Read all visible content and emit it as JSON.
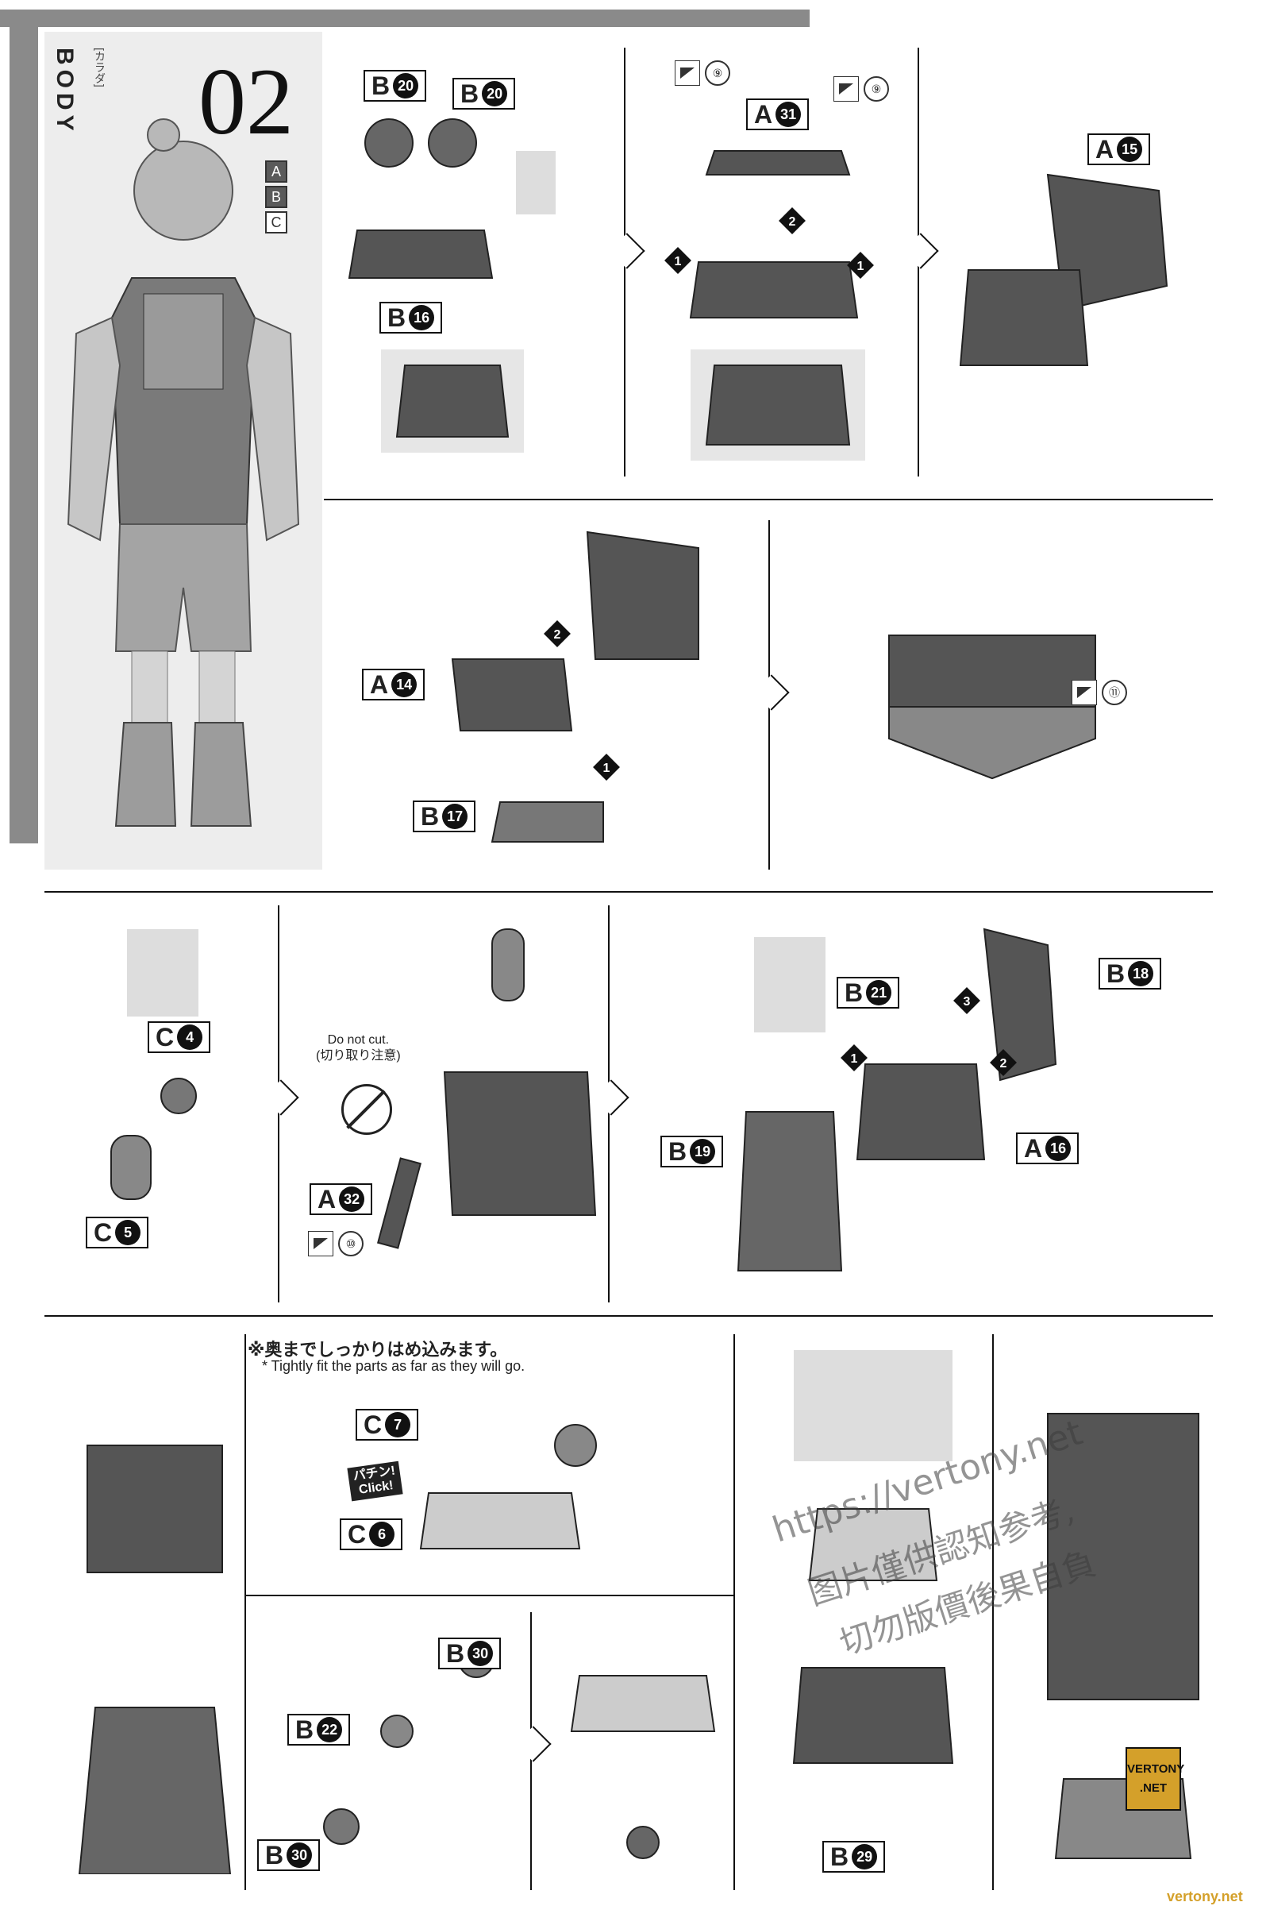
{
  "section": {
    "title": "BODY",
    "subtitle": "[カラダ]",
    "step_number": "02",
    "runners": [
      {
        "label": "A",
        "active": true
      },
      {
        "label": "B",
        "active": true
      },
      {
        "label": "C",
        "active": false
      }
    ]
  },
  "part_labels": {
    "b20_left": {
      "letter": "B",
      "num": "20"
    },
    "b20_right": {
      "letter": "B",
      "num": "20"
    },
    "b16": {
      "letter": "B",
      "num": "16"
    },
    "a31": {
      "letter": "A",
      "num": "31"
    },
    "a15": {
      "letter": "A",
      "num": "15"
    },
    "a14": {
      "letter": "A",
      "num": "14"
    },
    "b17": {
      "letter": "B",
      "num": "17"
    },
    "c4": {
      "letter": "C",
      "num": "4"
    },
    "c5": {
      "letter": "C",
      "num": "5"
    },
    "a32": {
      "letter": "A",
      "num": "32"
    },
    "b21": {
      "letter": "B",
      "num": "21"
    },
    "b18": {
      "letter": "B",
      "num": "18"
    },
    "b19": {
      "letter": "B",
      "num": "19"
    },
    "a16": {
      "letter": "A",
      "num": "16"
    },
    "c7": {
      "letter": "C",
      "num": "7"
    },
    "c6": {
      "letter": "C",
      "num": "6"
    },
    "b30_top": {
      "letter": "B",
      "num": "30"
    },
    "b22": {
      "letter": "B",
      "num": "22"
    },
    "b30_bottom": {
      "letter": "B",
      "num": "30"
    },
    "b29": {
      "letter": "B",
      "num": "29"
    }
  },
  "decals": {
    "d9_left": "⑨",
    "d9_right": "⑨",
    "d11": "⑪",
    "d10": "⑩"
  },
  "order_marks": {
    "step1": "1",
    "step2": "2",
    "step3": "3"
  },
  "notes": {
    "do_not_cut_en": "Do not cut.",
    "do_not_cut_jp": "(切り取り注意)",
    "fit_jp": "※奥までしっかりはめ込みます。",
    "fit_en": "* Tightly fit the parts as far as they will go.",
    "click_jp": "パチン!",
    "click_en": "Click!"
  },
  "watermark": {
    "url": "https://vertony.net",
    "line2": "图片僅供認知参考,",
    "line3": "切勿版價後果自負",
    "logo_top": "VERTONY",
    "logo_bottom": ".NET",
    "footer": "vertony.net"
  }
}
